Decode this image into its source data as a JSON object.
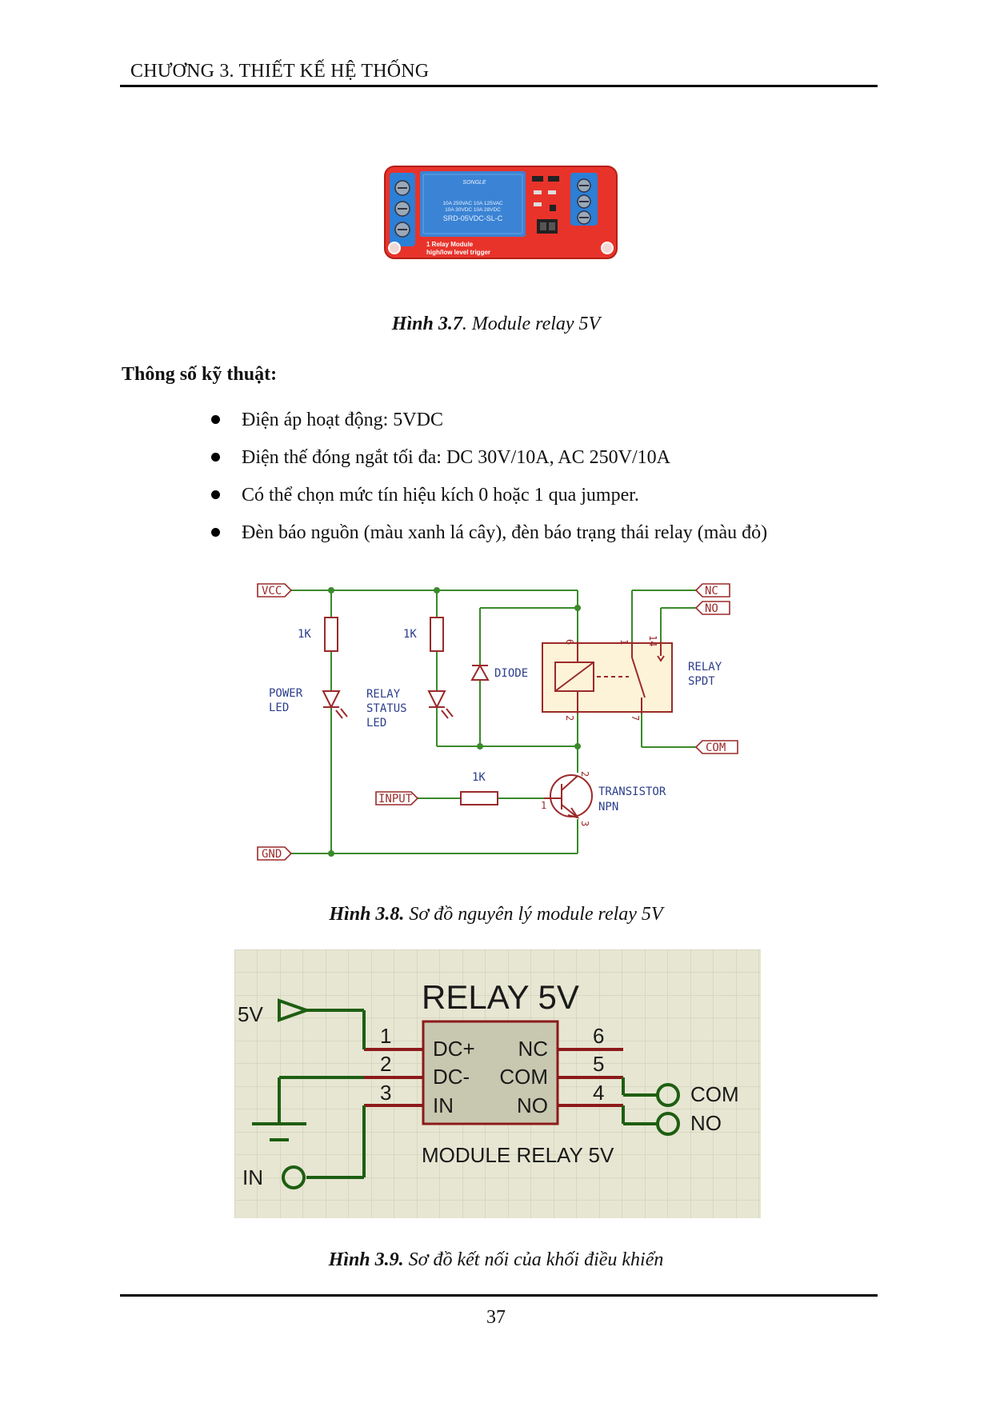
{
  "header": {
    "chapter": "CHƯƠNG 3. THIẾT KẾ HỆ THỐNG"
  },
  "figure_37": {
    "caption_num": "Hình 3.7",
    "caption_text": ". Module relay 5V",
    "relay_top_brand": "SONGLE",
    "relay_spec_1": "10A 250VAC  10A 125VAC",
    "relay_spec_2": "10A 30VDC  10A 28VDC",
    "relay_model": "SRD-05VDC-SL-C",
    "board_label_1": "1 Relay  Module",
    "board_label_2": "high/low level trigger"
  },
  "specs": {
    "heading": "Thông số kỹ thuật:",
    "items": [
      "Điện áp hoạt động: 5VDC",
      "Điện thế đóng ngắt tối đa: DC 30V/10A, AC 250V/10A",
      "Có thể chọn mức tín hiệu kích 0 hoặc 1  qua jumper.",
      "Đèn báo nguồn (màu xanh lá cây), đèn báo trạng thái relay (màu đỏ)"
    ]
  },
  "figure_38": {
    "caption_num": "Hình 3.8.",
    "caption_text": " Sơ đồ nguyên lý module relay 5V",
    "labels": {
      "vcc": "VCC",
      "gnd": "GND",
      "input": "INPUT",
      "nc": "NC",
      "no": "NO",
      "com": "COM",
      "r1": "1K",
      "r2": "1K",
      "r3": "1K",
      "power_led_1": "POWER",
      "power_led_2": "LED",
      "status_led_1": "RELAY",
      "status_led_2": "STATUS",
      "status_led_3": "LED",
      "diode": "DIODE",
      "relay_1": "RELAY",
      "relay_2": "SPDT",
      "transistor_1": "TRANSISTOR",
      "transistor_2": "NPN",
      "pin6": "6",
      "pin1": "1",
      "pin14": "14",
      "pin2": "2",
      "pin7": "7",
      "q_pin2": "2",
      "q_pin1": "1",
      "q_pin3": "3"
    }
  },
  "figure_39": {
    "caption_num": "Hình 3.9.",
    "caption_text": " Sơ đồ kết nối của khối điều khiển",
    "title": "RELAY 5V",
    "subtitle": "MODULE RELAY 5V",
    "left_pins": [
      "DC+",
      "DC-",
      "IN"
    ],
    "right_pins": [
      "NC",
      "COM",
      "NO"
    ],
    "left_nums": [
      "1",
      "2",
      "3"
    ],
    "right_nums": [
      "6",
      "5",
      "4"
    ],
    "label_5v": "5V",
    "label_in": "IN",
    "label_com": "COM",
    "label_no": "NO"
  },
  "footer": {
    "page_number": "37"
  }
}
